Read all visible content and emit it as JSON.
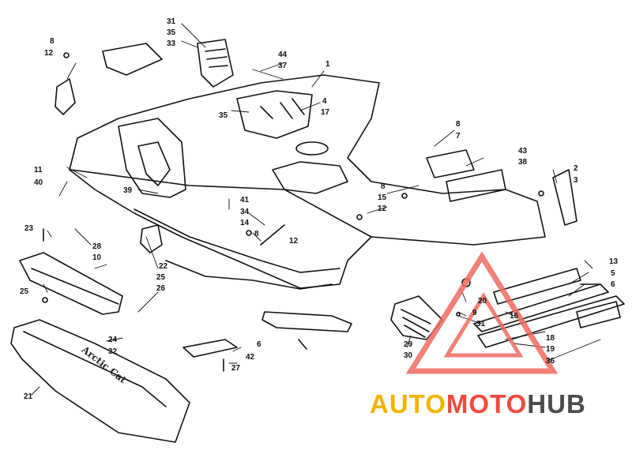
{
  "diagram": {
    "callouts": [
      {
        "id": "c31a",
        "text": "31"
      },
      {
        "id": "c35a",
        "text": "35"
      },
      {
        "id": "c33",
        "text": "33"
      },
      {
        "id": "c8a",
        "text": "8"
      },
      {
        "id": "c12a",
        "text": "12"
      },
      {
        "id": "c44",
        "text": "44"
      },
      {
        "id": "c37",
        "text": "37"
      },
      {
        "id": "c1",
        "text": "1"
      },
      {
        "id": "c4",
        "text": "4"
      },
      {
        "id": "c17",
        "text": "17"
      },
      {
        "id": "c35b",
        "text": "35"
      },
      {
        "id": "c8b",
        "text": "8"
      },
      {
        "id": "c7",
        "text": "7"
      },
      {
        "id": "c43",
        "text": "43"
      },
      {
        "id": "c38",
        "text": "38"
      },
      {
        "id": "c2",
        "text": "2"
      },
      {
        "id": "c3",
        "text": "3"
      },
      {
        "id": "c11",
        "text": "11"
      },
      {
        "id": "c40",
        "text": "40"
      },
      {
        "id": "c39",
        "text": "39"
      },
      {
        "id": "c8c",
        "text": "8"
      },
      {
        "id": "c15",
        "text": "15"
      },
      {
        "id": "c12b",
        "text": "12"
      },
      {
        "id": "c41",
        "text": "41"
      },
      {
        "id": "c34",
        "text": "34"
      },
      {
        "id": "c14",
        "text": "14"
      },
      {
        "id": "c8d",
        "text": "8"
      },
      {
        "id": "c23",
        "text": "23"
      },
      {
        "id": "c28",
        "text": "28"
      },
      {
        "id": "c10",
        "text": "10"
      },
      {
        "id": "c12c",
        "text": "12"
      },
      {
        "id": "c22",
        "text": "22"
      },
      {
        "id": "c25a",
        "text": "25"
      },
      {
        "id": "c26",
        "text": "26"
      },
      {
        "id": "c25b",
        "text": "25"
      },
      {
        "id": "c13",
        "text": "13"
      },
      {
        "id": "c5",
        "text": "5"
      },
      {
        "id": "c6a",
        "text": "6"
      },
      {
        "id": "c20",
        "text": "20"
      },
      {
        "id": "c9",
        "text": "9"
      },
      {
        "id": "c31b",
        "text": "31"
      },
      {
        "id": "c16",
        "text": "16"
      },
      {
        "id": "c24",
        "text": "24"
      },
      {
        "id": "c32",
        "text": "32"
      },
      {
        "id": "c6b",
        "text": "6"
      },
      {
        "id": "c42",
        "text": "42"
      },
      {
        "id": "c27",
        "text": "27"
      },
      {
        "id": "c29",
        "text": "29"
      },
      {
        "id": "c30",
        "text": "30"
      },
      {
        "id": "c18",
        "text": "18"
      },
      {
        "id": "c19",
        "text": "19"
      },
      {
        "id": "c36",
        "text": "36"
      },
      {
        "id": "c21",
        "text": "21"
      }
    ],
    "bumper_brand": "Arctic Cat"
  },
  "watermark": {
    "part1": "AUTO",
    "part2": "MOTO",
    "part3": "HUB",
    "colors": {
      "auto": "#f0b400",
      "moto": "#ef4a3c",
      "hub": "#4b4b4b",
      "triangle": "#ef6b60"
    }
  }
}
